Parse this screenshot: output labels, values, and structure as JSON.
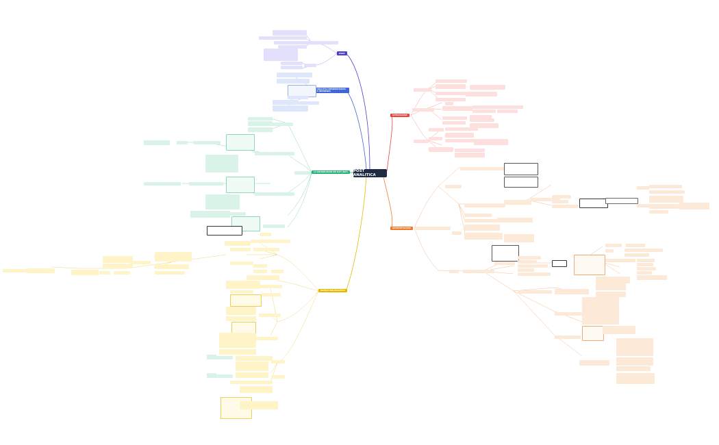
{
  "center": {
    "title": "POST ANALITICA"
  },
  "branches": [
    {
      "label": "PREP",
      "color": "#4b3fd1"
    },
    {
      "label": "ANALITICA INFORMATIZZATA E IMPEDENZA",
      "color": "#3f67d6"
    },
    {
      "label": "LA DISTRIBUZIONE DEI DATI (NOT)",
      "color": "#2ab07a"
    },
    {
      "label": "RICERCA BIBLIOGRAFICA",
      "color": "#e6b900"
    },
    {
      "label": "REFERTAZIONE",
      "color": "#e8453c"
    },
    {
      "label": "INTERPRETAZIONE",
      "color": "#f07a2a"
    }
  ],
  "colors": {
    "prep_fill": "#e3e0fb",
    "blue_fill": "#dde6fb",
    "green_fill": "#d9f3e8",
    "yellow_fill": "#fff4c8",
    "red_fill": "#fde0de",
    "orange_fill": "#fde9d8",
    "ink": "#333333"
  }
}
